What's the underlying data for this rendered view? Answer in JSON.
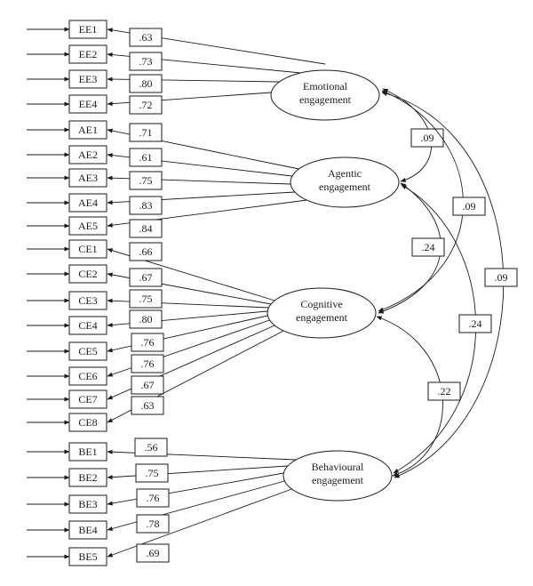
{
  "diagram": {
    "type": "structural-equation-model",
    "latents": [
      {
        "id": "emotional",
        "line1": "Emotional",
        "line2": "engagement"
      },
      {
        "id": "agentic",
        "line1": "Agentic",
        "line2": "engagement"
      },
      {
        "id": "cognitive",
        "line1": "Cognitive",
        "line2": "engagement"
      },
      {
        "id": "behavioural",
        "line1": "Behavioural",
        "line2": "engagement"
      }
    ],
    "indicators": [
      {
        "label": "EE1",
        "latent": "emotional",
        "loading": ".63"
      },
      {
        "label": "EE2",
        "latent": "emotional",
        "loading": ".73"
      },
      {
        "label": "EE3",
        "latent": "emotional",
        "loading": ".80"
      },
      {
        "label": "EE4",
        "latent": "emotional",
        "loading": ".72"
      },
      {
        "label": "AE1",
        "latent": "agentic",
        "loading": ".71"
      },
      {
        "label": "AE2",
        "latent": "agentic",
        "loading": ".61"
      },
      {
        "label": "AE3",
        "latent": "agentic",
        "loading": ".75"
      },
      {
        "label": "AE4",
        "latent": "agentic",
        "loading": ".83"
      },
      {
        "label": "AE5",
        "latent": "agentic",
        "loading": ".84"
      },
      {
        "label": "CE1",
        "latent": "cognitive",
        "loading": ".66"
      },
      {
        "label": "CE2",
        "latent": "cognitive",
        "loading": ".67"
      },
      {
        "label": "CE3",
        "latent": "cognitive",
        "loading": ".75"
      },
      {
        "label": "CE4",
        "latent": "cognitive",
        "loading": ".80"
      },
      {
        "label": "CE5",
        "latent": "cognitive",
        "loading": ".76"
      },
      {
        "label": "CE6",
        "latent": "cognitive",
        "loading": ".76"
      },
      {
        "label": "CE7",
        "latent": "cognitive",
        "loading": ".67"
      },
      {
        "label": "CE8",
        "latent": "cognitive",
        "loading": ".63"
      },
      {
        "label": "BE1",
        "latent": "behavioural",
        "loading": ".56"
      },
      {
        "label": "BE2",
        "latent": "behavioural",
        "loading": ".75"
      },
      {
        "label": "BE3",
        "latent": "behavioural",
        "loading": ".76"
      },
      {
        "label": "BE4",
        "latent": "behavioural",
        "loading": ".78"
      },
      {
        "label": "BE5",
        "latent": "behavioural",
        "loading": ".69"
      }
    ],
    "covariances": [
      {
        "from": "emotional",
        "to": "agentic",
        "value": ".09"
      },
      {
        "from": "agentic",
        "to": "cognitive",
        "value": ".24"
      },
      {
        "from": "cognitive",
        "to": "behavioural",
        "value": ".22"
      },
      {
        "from": "emotional",
        "to": "cognitive",
        "value": ".09"
      },
      {
        "from": "agentic",
        "to": "behavioural",
        "value": ".24"
      },
      {
        "from": "emotional",
        "to": "behavioural",
        "value": ".09"
      }
    ]
  }
}
